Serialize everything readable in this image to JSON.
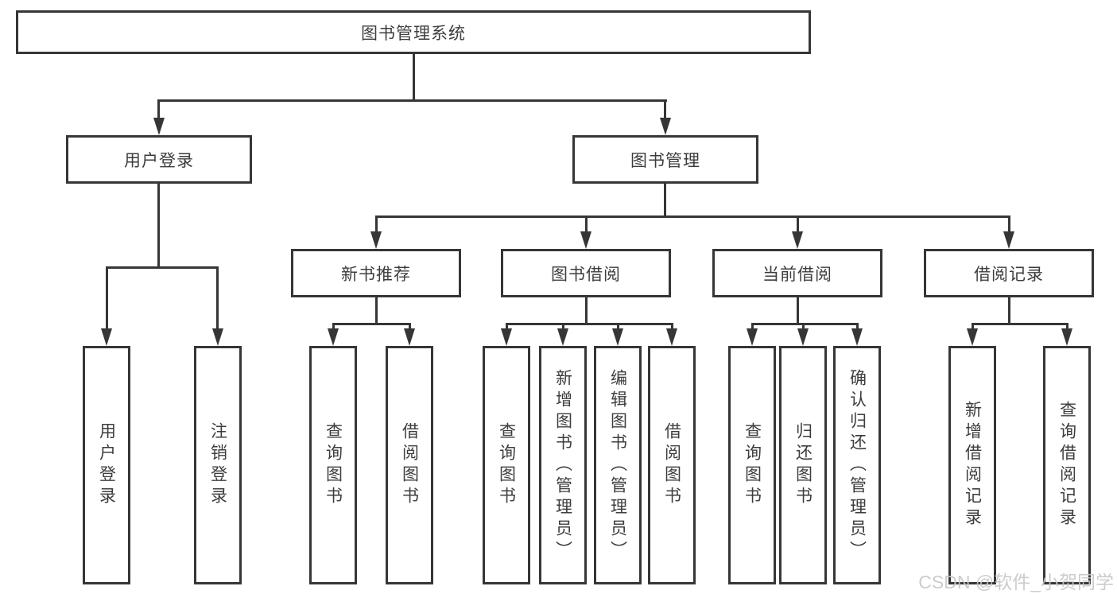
{
  "tree": {
    "label": "图书管理系统",
    "children": [
      {
        "label": "用户登录",
        "children": [
          {
            "label": "用户登录"
          },
          {
            "label": "注销登录"
          }
        ]
      },
      {
        "label": "图书管理",
        "children": [
          {
            "label": "新书推荐",
            "children": [
              {
                "label": "查询图书"
              },
              {
                "label": "借阅图书"
              }
            ]
          },
          {
            "label": "图书借阅",
            "children": [
              {
                "label": "查询图书"
              },
              {
                "label": "新增图书（管理员）"
              },
              {
                "label": "编辑图书（管理员）"
              },
              {
                "label": "借阅图书"
              }
            ]
          },
          {
            "label": "当前借阅",
            "children": [
              {
                "label": "查询图书"
              },
              {
                "label": "归还图书"
              },
              {
                "label": "确认归还（管理员）"
              }
            ]
          },
          {
            "label": "借阅记录",
            "children": [
              {
                "label": "新增借阅记录"
              },
              {
                "label": "查询借阅记录"
              }
            ]
          }
        ]
      }
    ]
  },
  "watermark": {
    "text": "CSDN @软件_小贺同学",
    "color": "#c6c6c6"
  },
  "colors": {
    "line": "#363636",
    "box_border": "#363636",
    "text": "#3d3d3d",
    "background": "#ffffff"
  }
}
